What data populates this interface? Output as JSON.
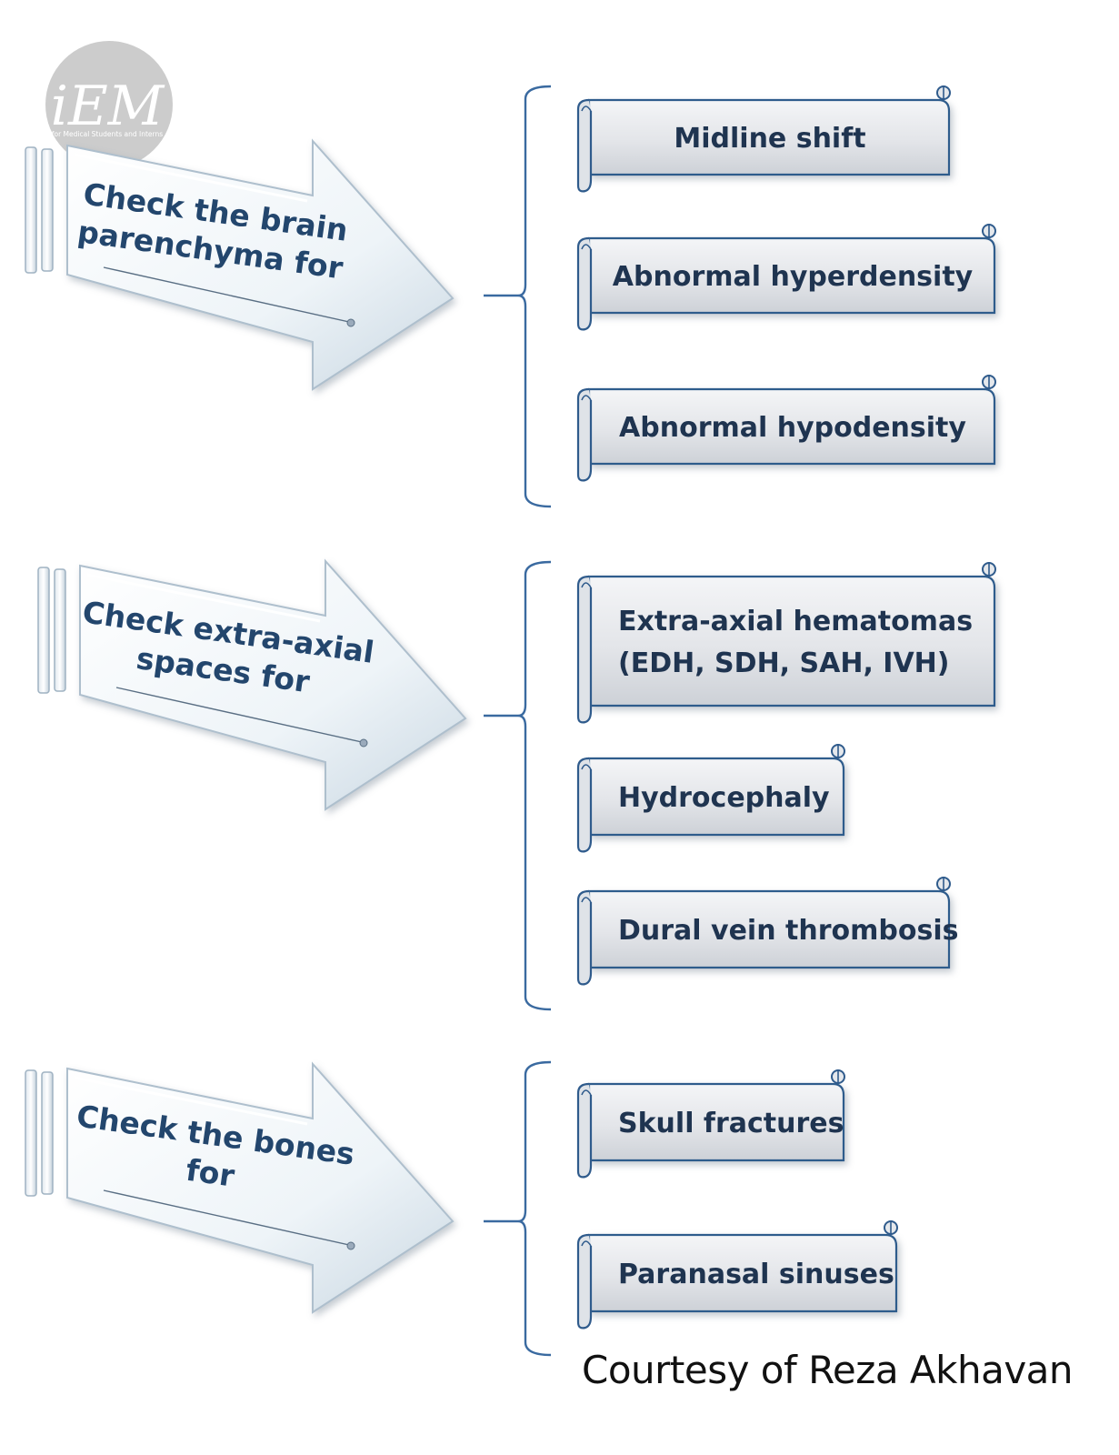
{
  "logo": {
    "text": "iEM",
    "tagline": "for Medical Students and Interns"
  },
  "groups": [
    {
      "arrow_lines": [
        "Check the brain",
        "parenchyma for"
      ],
      "items": [
        {
          "lines": [
            "Midline shift"
          ]
        },
        {
          "lines": [
            "Abnormal hyperdensity"
          ]
        },
        {
          "lines": [
            "Abnormal hypodensity"
          ]
        }
      ]
    },
    {
      "arrow_lines": [
        "Check extra-axial",
        "spaces for"
      ],
      "items": [
        {
          "lines": [
            "Extra-axial hematomas",
            "(EDH, SDH, SAH, IVH)"
          ]
        },
        {
          "lines": [
            "Hydrocephaly"
          ]
        },
        {
          "lines": [
            "Dural vein thrombosis"
          ]
        }
      ]
    },
    {
      "arrow_lines": [
        "Check the bones",
        "for"
      ],
      "items": [
        {
          "lines": [
            "Skull fractures"
          ]
        },
        {
          "lines": [
            "Paranasal sinuses"
          ]
        }
      ]
    }
  ],
  "credit": "Courtesy of Reza Akhavan",
  "colors": {
    "scroll_stroke": "#2f5b8c",
    "arrow_text": "#23466d",
    "scroll_text": "#1f3450",
    "bracket": "#3a6aa0"
  }
}
